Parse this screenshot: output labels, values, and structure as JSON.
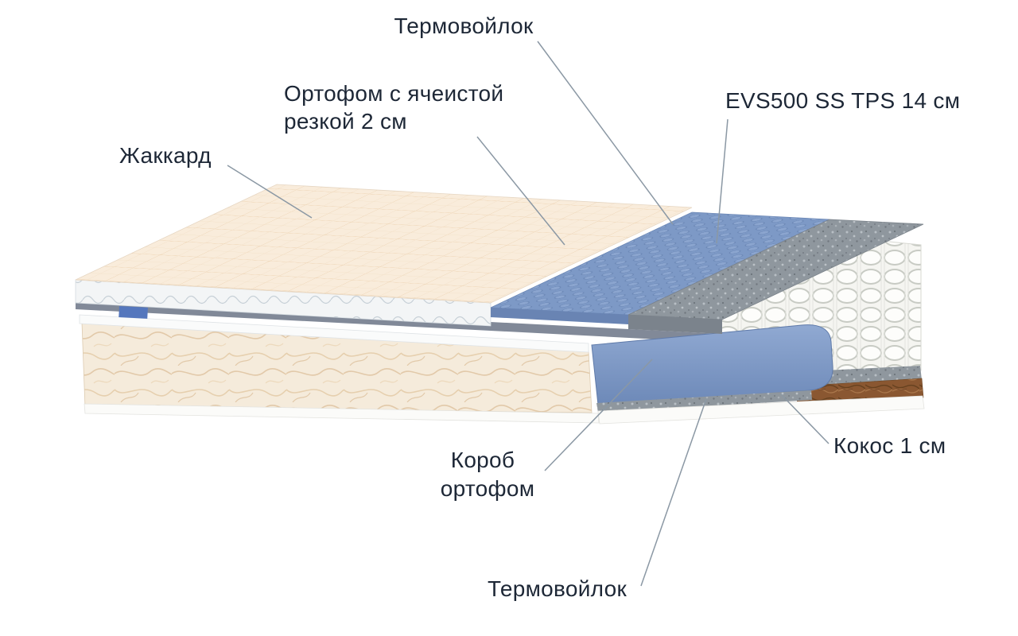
{
  "diagram": {
    "subject": "mattress-layers-cutaway",
    "layers": [
      {
        "id": "jacquard",
        "label": "Жаккард"
      },
      {
        "id": "orthofoam-cut",
        "label": "Ортофом с ячеистой резкой 2 см"
      },
      {
        "id": "thermofelt-top",
        "label": "Термовойлок"
      },
      {
        "id": "springs",
        "label": "EVS500 SS TPS 14 см"
      },
      {
        "id": "foam-box",
        "label": "Короб ортофом"
      },
      {
        "id": "thermofelt-bottom",
        "label": "Термовойлок"
      },
      {
        "id": "coconut",
        "label": "Кокос 1 см"
      }
    ],
    "callouts": {
      "thermofelt_top": "Термовойлок",
      "orthofoam_line1": "Ортофом с ячеистой",
      "orthofoam_line2": "резкой 2 см",
      "jacquard": "Жаккард",
      "evs": "EVS500 SS TPS 14 см",
      "coconut": "Кокос 1 см",
      "box_line1": "Короб",
      "box_line2": "ортофом",
      "thermofelt_bottom": "Термовойлок"
    },
    "colors": {
      "background": "#ffffff",
      "label_text": "#1d2736",
      "callout_line": "#8b98a4",
      "jacquard_fill": "#f9ecdb",
      "quilt_stitch": "#ecd0ae",
      "foam_blue": "#7d99c6",
      "felt_gray": "#8f979e",
      "spring_white": "#f5f5f1",
      "coconut_brown": "#8a5731",
      "box_blue": "#7e9ac7",
      "fabric_side": "#f5ebdb"
    }
  }
}
